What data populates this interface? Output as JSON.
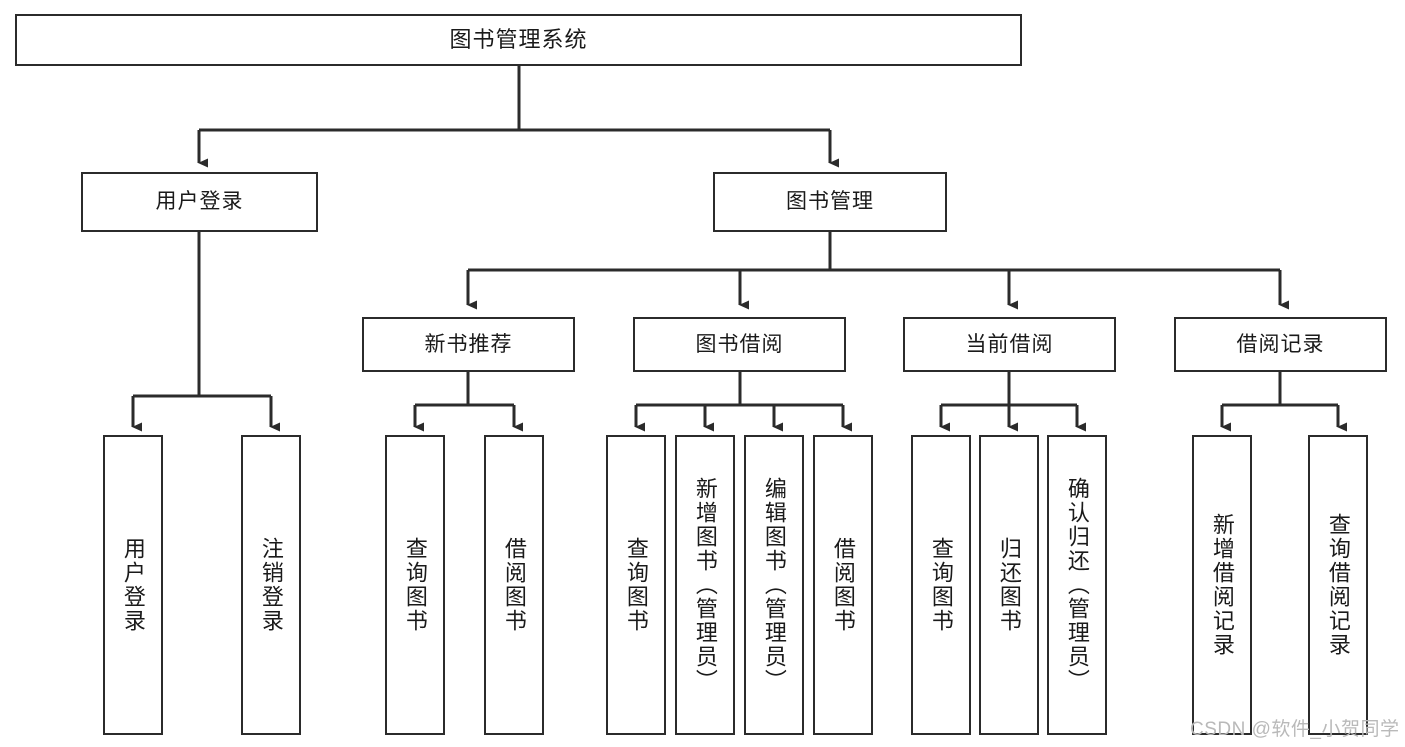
{
  "diagram": {
    "title": "图书管理系统",
    "type": "hierarchy-tree",
    "root": {
      "id": "root",
      "label": "图书管理系统"
    },
    "level2": [
      {
        "id": "user-login",
        "label": "用户登录"
      },
      {
        "id": "book-management",
        "label": "图书管理"
      }
    ],
    "level3": [
      {
        "id": "new-book-recommend",
        "label": "新书推荐",
        "parent": "book-management"
      },
      {
        "id": "book-borrow",
        "label": "图书借阅",
        "parent": "book-management"
      },
      {
        "id": "current-borrow",
        "label": "当前借阅",
        "parent": "book-management"
      },
      {
        "id": "borrow-record",
        "label": "借阅记录",
        "parent": "book-management"
      }
    ],
    "leaves": [
      {
        "id": "leaf-user-login",
        "label": "用户登录",
        "parent": "user-login"
      },
      {
        "id": "leaf-logout-login",
        "label": "注销登录",
        "parent": "user-login"
      },
      {
        "id": "leaf-query-book-1",
        "label": "查询图书",
        "parent": "new-book-recommend"
      },
      {
        "id": "leaf-borrow-book-1",
        "label": "借阅图书",
        "parent": "new-book-recommend"
      },
      {
        "id": "leaf-query-book-2",
        "label": "查询图书",
        "parent": "book-borrow"
      },
      {
        "id": "leaf-add-book",
        "label": "新增图书（管理员）",
        "parent": "book-borrow"
      },
      {
        "id": "leaf-edit-book",
        "label": "编辑图书（管理员）",
        "parent": "book-borrow"
      },
      {
        "id": "leaf-borrow-book-2",
        "label": "借阅图书",
        "parent": "book-borrow"
      },
      {
        "id": "leaf-query-book-3",
        "label": "查询图书",
        "parent": "current-borrow"
      },
      {
        "id": "leaf-return-book",
        "label": "归还图书",
        "parent": "current-borrow"
      },
      {
        "id": "leaf-confirm-return",
        "label": "确认归还（管理员）",
        "parent": "current-borrow"
      },
      {
        "id": "leaf-add-record",
        "label": "新增借阅记录",
        "parent": "borrow-record"
      },
      {
        "id": "leaf-query-record",
        "label": "查询借阅记录",
        "parent": "borrow-record"
      }
    ],
    "watermark": "CSDN @软件_小贺同学",
    "colors": {
      "stroke": "#2b2b2b",
      "fill": "#ffffff",
      "text": "#1a1a1a",
      "watermark": "#b9b9b9"
    }
  }
}
